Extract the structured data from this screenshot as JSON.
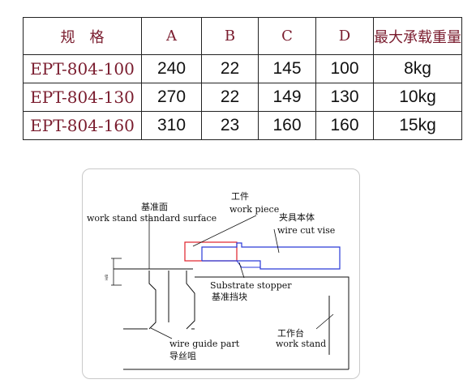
{
  "table": {
    "headers": [
      "规　格",
      "A",
      "B",
      "C",
      "D",
      "最大承载重量"
    ],
    "rows": [
      [
        "EPT-804-100",
        "240",
        "22",
        "145",
        "100",
        "8kg"
      ],
      [
        "EPT-804-130",
        "270",
        "22",
        "149",
        "130",
        "10kg"
      ],
      [
        "EPT-804-160",
        "310",
        "23",
        "160",
        "160",
        "15kg"
      ]
    ]
  },
  "diagram": {
    "work_piece_cn": "工件",
    "work_piece_en": "work piece",
    "standard_surface_cn": "基准面",
    "standard_surface_en": "work stand standard surface",
    "vise_cn": "夹具本体",
    "vise_en": "wire cut vise",
    "stopper_en": "Substrate stopper",
    "stopper_cn": "基准挡块",
    "wire_guide_en": "wire guide part",
    "wire_guide_cn": "导丝咀",
    "work_stand_cn": "工作台",
    "work_stand_en": "work stand",
    "dim_mark": "H/B"
  },
  "colors": {
    "header_text": "#7a1c2e",
    "workpiece_outline": "#e0202a",
    "vise_outline": "#2a3ad8"
  }
}
